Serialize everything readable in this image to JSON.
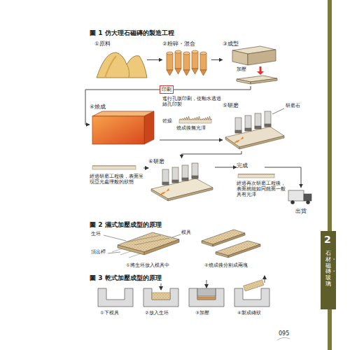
{
  "diagram": {
    "nodes": [
      {
        "text": [
          "①原料"
        ]
      },
      {
        "text": [
          "②粉碎・混合"
        ]
      },
      {
        "text": [
          "③成型"
        ]
      },
      {
        "text": [
          "印刷"
        ]
      },
      {
        "text": [
          "④燒成"
        ]
      },
      {
        "text": [
          "⑤研磨"
        ]
      },
      {
        "text": [
          "⑥研磨"
        ]
      },
      {
        "text": [
          "完成"
        ]
      },
      {
        "text": [
          "出貨"
        ]
      }
    ],
    "edges": [
      {
        "from": 0,
        "to": 1,
        "arrow": "to"
      },
      {
        "from": 1,
        "to": 2,
        "arrow": "to"
      },
      {
        "from": 2,
        "to": 3,
        "arrow": "none"
      },
      {
        "from": 3,
        "to": 4,
        "arrow": "to"
      },
      {
        "from": 4,
        "to": 5,
        "arrow": "to"
      },
      {
        "from": 5,
        "to": 6,
        "arrow": "to"
      },
      {
        "from": 6,
        "to": 7,
        "arrow": "to"
      },
      {
        "from": 7,
        "to": 8,
        "arrow": "to"
      }
    ],
    "labels": [
      "圖 1 仿大理石磁磚的製造工程",
      "加壓",
      "進行孔版印刷，使釉水透過絲孔印製",
      "乾燥",
      "燒成後無光澤",
      "研磨石",
      "經過研磨工程後，表面呈現亞光處理般的狀態",
      "經過再次研磨工程後，表面就能如同鏡面一般具有光澤",
      "圖 2 濕式加壓成型的原理",
      "模具",
      "生坯",
      "頂出桿",
      "①將生坯放入模具中",
      "②燒成後分割成兩塊",
      "圖 3 乾式加壓成型的原理",
      "①下模具",
      "②放入生坯",
      "③加壓",
      "④製成磚狀",
      "2",
      "石材・磁磚・玻璃",
      "095"
    ]
  }
}
